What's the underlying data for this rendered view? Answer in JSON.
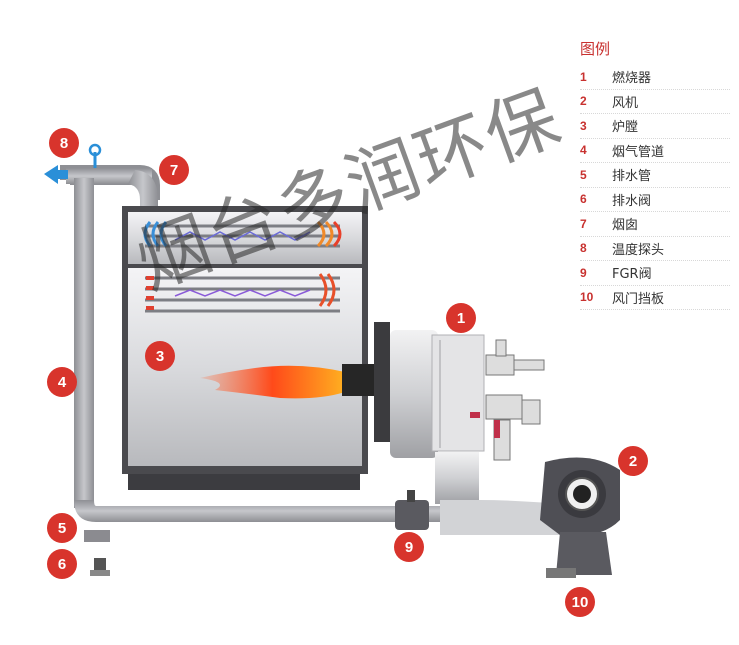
{
  "legend": {
    "title": "图例",
    "items": [
      {
        "num": "1",
        "label": "燃烧器"
      },
      {
        "num": "2",
        "label": "风机"
      },
      {
        "num": "3",
        "label": "炉膛"
      },
      {
        "num": "4",
        "label": "烟气管道"
      },
      {
        "num": "5",
        "label": "排水管"
      },
      {
        "num": "6",
        "label": "排水阀"
      },
      {
        "num": "7",
        "label": "烟囱"
      },
      {
        "num": "8",
        "label": "温度探头"
      },
      {
        "num": "9",
        "label": "FGR阀"
      },
      {
        "num": "10",
        "label": "风门挡板"
      }
    ]
  },
  "badges": {
    "b1": "1",
    "b2": "2",
    "b3": "3",
    "b4": "4",
    "b5": "5",
    "b6": "6",
    "b7": "7",
    "b8": "8",
    "b9": "9",
    "b10": "10"
  },
  "watermark": "烟台多润环保",
  "colors": {
    "accent_red": "#d8342c",
    "pipe_gray": "#a9a9ad",
    "flame": "#ff4a1a",
    "exhaust_arrow": "#2a8fd8"
  }
}
